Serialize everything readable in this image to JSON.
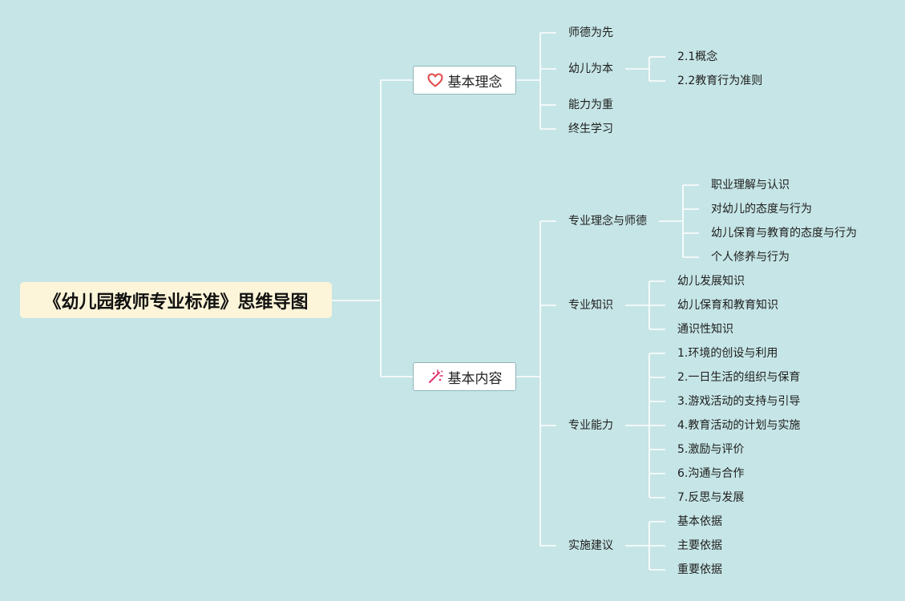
{
  "root": {
    "title": "《幼儿园教师专业标准》思维导图"
  },
  "branches": [
    {
      "label": "基本理念",
      "icon": "heart-icon",
      "children": [
        {
          "label": "师德为先",
          "children": []
        },
        {
          "label": "幼儿为本",
          "children": [
            {
              "label": "2.1概念"
            },
            {
              "label": "2.2教育行为准则"
            }
          ]
        },
        {
          "label": "能力为重",
          "children": []
        },
        {
          "label": "终生学习",
          "children": []
        }
      ]
    },
    {
      "label": "基本内容",
      "icon": "sparkle-icon",
      "children": [
        {
          "label": "专业理念与师德",
          "children": [
            {
              "label": "职业理解与认识"
            },
            {
              "label": "对幼儿的态度与行为"
            },
            {
              "label": "幼儿保育与教育的态度与行为"
            },
            {
              "label": "个人修养与行为"
            }
          ]
        },
        {
          "label": "专业知识",
          "children": [
            {
              "label": "幼儿发展知识"
            },
            {
              "label": "幼儿保育和教育知识"
            },
            {
              "label": "通识性知识"
            }
          ]
        },
        {
          "label": "专业能力",
          "children": [
            {
              "label": "1.环境的创设与利用"
            },
            {
              "label": "2.一日生活的组织与保育"
            },
            {
              "label": "3.游戏活动的支持与引导"
            },
            {
              "label": "4.教育活动的计划与实施"
            },
            {
              "label": "5.激励与评价"
            },
            {
              "label": "6.沟通与合作"
            },
            {
              "label": "7.反思与发展"
            }
          ]
        },
        {
          "label": "实施建议",
          "children": [
            {
              "label": "基本依据"
            },
            {
              "label": "主要依据"
            },
            {
              "label": "重要依据"
            }
          ]
        }
      ]
    }
  ],
  "colors": {
    "background": "#c6e5e6",
    "root_fill": "#fdf5d9",
    "node_fill": "#ffffff",
    "node_border": "#8fb5b8",
    "connector": "#ffffff",
    "heart_icon": "#e04848",
    "sparkle_icon": "#e0336b"
  }
}
